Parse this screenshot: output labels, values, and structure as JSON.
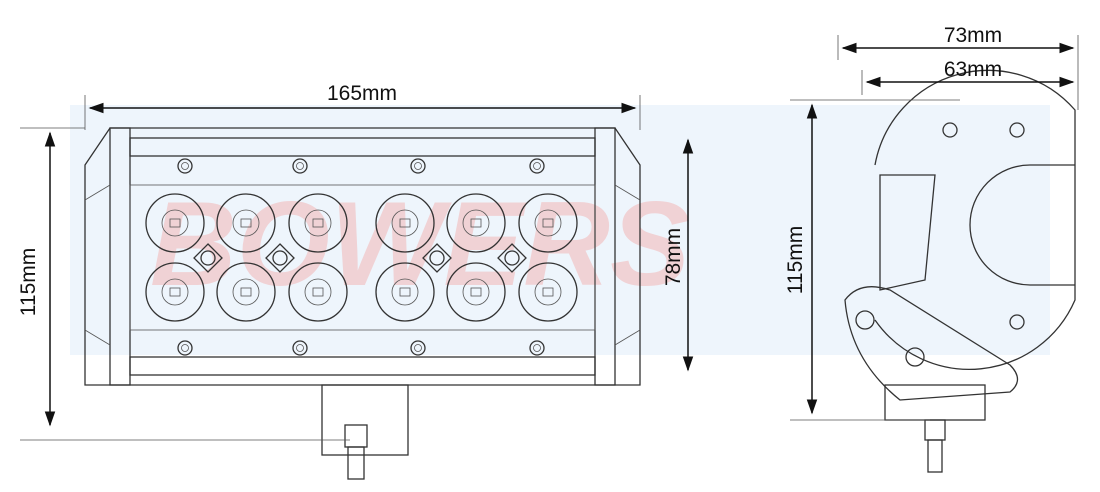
{
  "dimensions": {
    "width": "165mm",
    "height_front": "115mm",
    "lens_height": "78mm",
    "height_side": "115mm",
    "depth_outer": "73mm",
    "depth_inner": "63mm"
  },
  "watermark": {
    "text": "BOWERS"
  },
  "colors": {
    "line": "#333333",
    "watermark_red": "#f2b6b6",
    "watermark_blue": "#cfe3f5"
  },
  "counts": {
    "leds": 12,
    "top_bolts": 4,
    "diamonds": 4
  }
}
